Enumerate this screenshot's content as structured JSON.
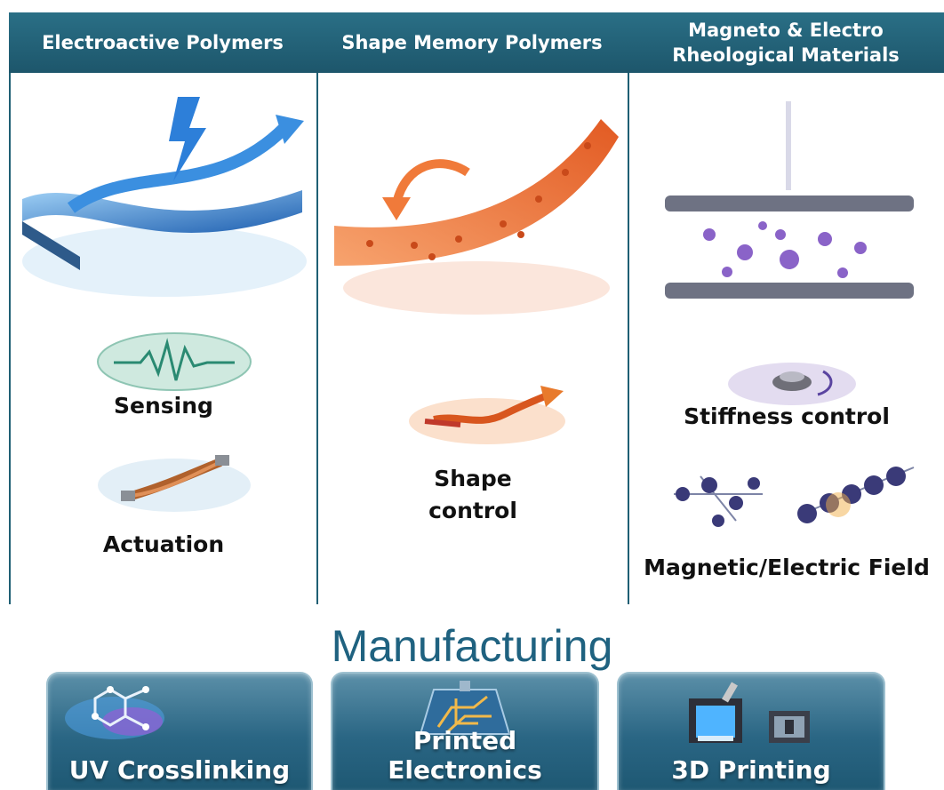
{
  "columns": [
    {
      "title": "Electroactive Polymers",
      "labels": [
        "Sensing",
        "Actuation"
      ],
      "icons": [
        "electric-bending-strip-icon",
        "waveform-sensing-icon",
        "actuator-fiber-icon"
      ]
    },
    {
      "title": "Shape Memory Polymers",
      "labels": [
        "Shape",
        "control"
      ],
      "icons": [
        "curved-polymer-strip-icon",
        "shape-recovery-arrow-icon"
      ]
    },
    {
      "title_line1": "Magneto & Electro",
      "title_line2": "Rheological Materials",
      "labels": [
        "Stiffness control",
        "Magnetic/Electric Field"
      ],
      "icons": [
        "parallel-plates-particles-icon",
        "rotating-disc-icon",
        "particle-chain-icon"
      ]
    }
  ],
  "manufacturing": {
    "title": "Manufacturing",
    "items": [
      {
        "label": "UV Crosslinking",
        "icon": "molecule-network-icon"
      },
      {
        "label": "Printed Electronics",
        "icon": "circuit-board-icon"
      },
      {
        "label": "3D Printing",
        "icon": "3d-printer-icon"
      }
    ]
  },
  "colors": {
    "header": "#1f5f74",
    "title_blue": "#1f6280",
    "eap_blue": "#2f7fd0",
    "smp_orange": "#f07a3a",
    "mr_purple": "#8a63c8"
  }
}
